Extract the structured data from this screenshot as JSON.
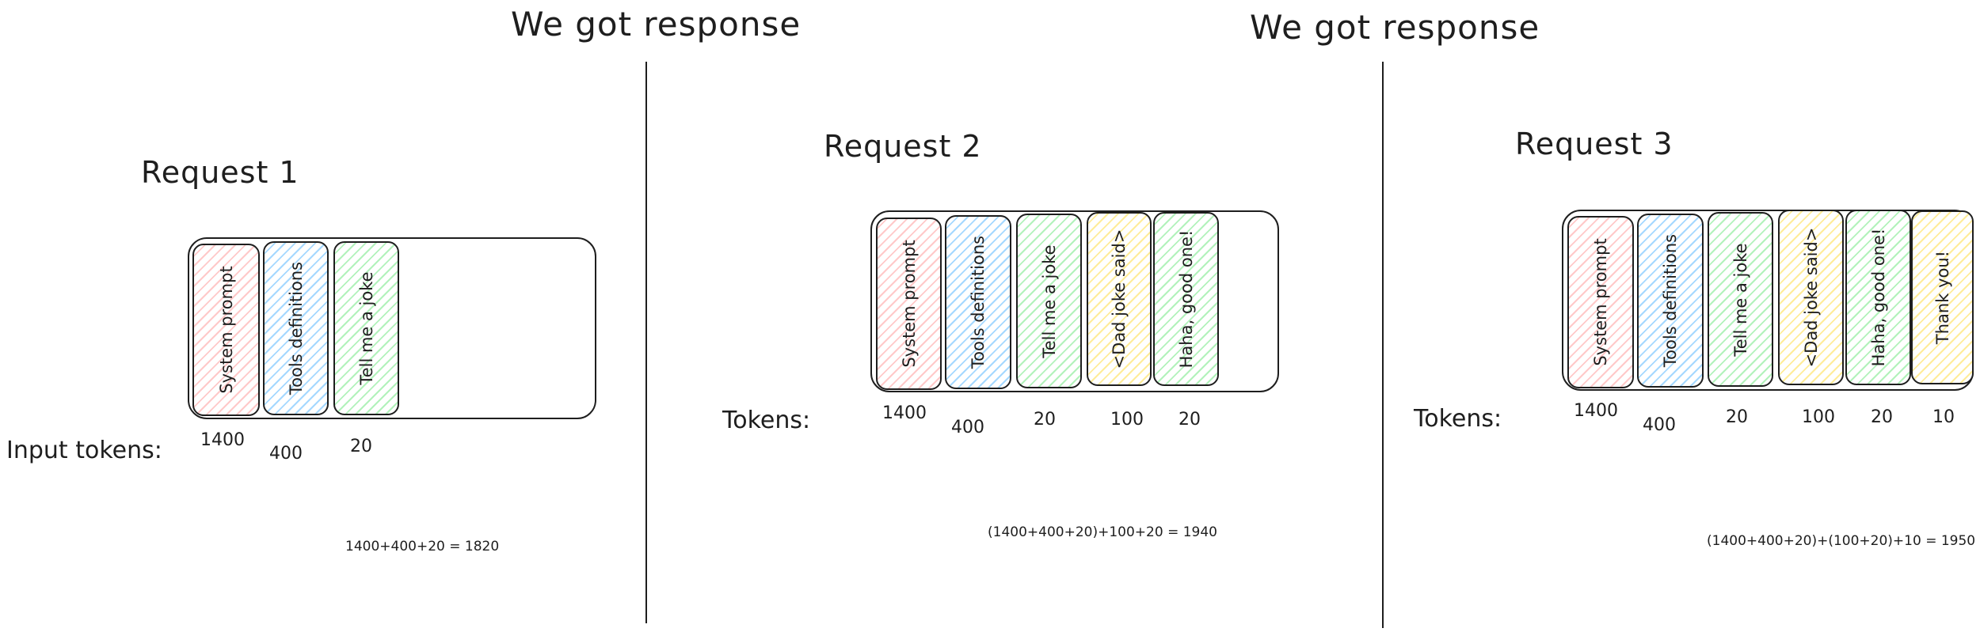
{
  "headings": {
    "left": "We got response",
    "right": "We got response"
  },
  "colors": {
    "red": "#ffc9c9",
    "blue": "#a5d8ff",
    "green": "#b2f2bb",
    "yellow": "#ffec99"
  },
  "request1": {
    "title": "Request 1",
    "tokens_label": "Input tokens:",
    "blocks": [
      {
        "label": "System prompt",
        "color": "red",
        "tokens": "1400"
      },
      {
        "label": "Tools definitions",
        "color": "blue",
        "tokens": "400"
      },
      {
        "label": "Tell me a joke",
        "color": "green",
        "tokens": "20"
      }
    ],
    "formula": "1400+400+20 = 1820"
  },
  "request2": {
    "title": "Request 2",
    "tokens_label": "Tokens:",
    "blocks": [
      {
        "label": "System prompt",
        "color": "red",
        "tokens": "1400"
      },
      {
        "label": "Tools definitions",
        "color": "blue",
        "tokens": "400"
      },
      {
        "label": "Tell me a joke",
        "color": "green",
        "tokens": "20"
      },
      {
        "label": "<Dad joke said>",
        "color": "yellow",
        "tokens": "100"
      },
      {
        "label": "Haha, good one!",
        "color": "green",
        "tokens": "20"
      }
    ],
    "formula": "(1400+400+20)+100+20 = 1940"
  },
  "request3": {
    "title": "Request 3",
    "tokens_label": "Tokens:",
    "blocks": [
      {
        "label": "System prompt",
        "color": "red",
        "tokens": "1400"
      },
      {
        "label": "Tools definitions",
        "color": "blue",
        "tokens": "400"
      },
      {
        "label": "Tell me a joke",
        "color": "green",
        "tokens": "20"
      },
      {
        "label": "<Dad joke said>",
        "color": "yellow",
        "tokens": "100"
      },
      {
        "label": "Haha, good one!",
        "color": "green",
        "tokens": "20"
      },
      {
        "label": "Thank you!",
        "color": "yellow",
        "tokens": "10"
      }
    ],
    "formula": "(1400+400+20)+(100+20)+10 = 1950"
  }
}
